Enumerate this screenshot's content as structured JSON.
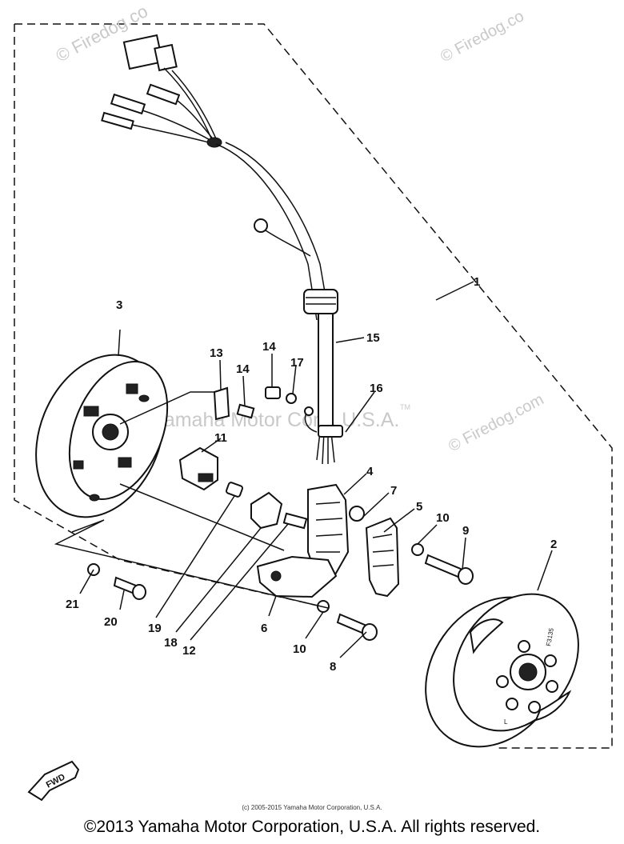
{
  "watermarks": {
    "firedog_1": "© Firedog.co",
    "firedog_2": "© Firedog.co",
    "firedog_3": "© Firedog.com",
    "yamaha": "Yamaha Motor Corp, U.S.A.",
    "tm": "TM"
  },
  "callouts": [
    "1",
    "2",
    "3",
    "4",
    "5",
    "6",
    "7",
    "8",
    "9",
    "10",
    "10",
    "11",
    "12",
    "13",
    "14",
    "14",
    "15",
    "16",
    "17",
    "18",
    "19",
    "20",
    "21"
  ],
  "fwd_label": "FWD",
  "rotor_marks": {
    "code": "F3135",
    "arrow": "L"
  },
  "copyright_small": "(c) 2005-2015 Yamaha Motor Corporation, U.S.A.",
  "copyright_main": "©2013 Yamaha Motor Corporation, U.S.A. All rights reserved."
}
